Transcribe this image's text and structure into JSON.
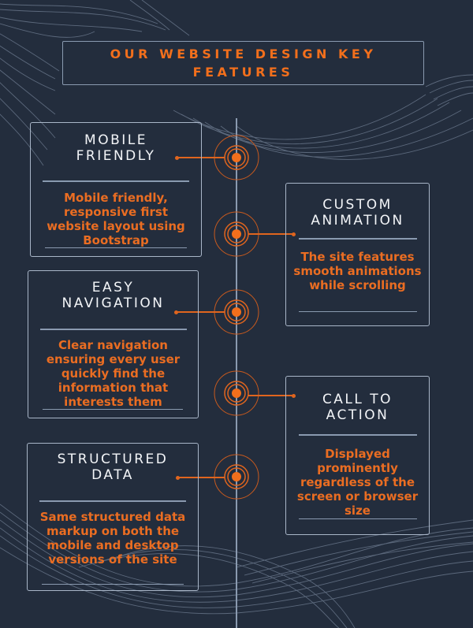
{
  "header": {
    "title": "OUR WEBSITE DESIGN KEY FEATURES"
  },
  "colors": {
    "background": "#232d3d",
    "accent_orange": "#f26f1c",
    "line_gray": "#8a9ab0",
    "card_border": "#a9b6c8",
    "heading_white": "#f3f5f8"
  },
  "features": [
    {
      "side": "left",
      "title": "MOBILE FRIENDLY",
      "title_lines": [
        "MOBILE",
        "FRIENDLY"
      ],
      "description": "Mobile friendly, responsive first website layout using Bootstrap",
      "icon": "target-node-icon"
    },
    {
      "side": "right",
      "title": "CUSTOM ANIMATION",
      "title_lines": [
        "CUSTOM",
        "ANIMATION"
      ],
      "description": "The site features smooth animations while scrolling",
      "icon": "target-node-icon"
    },
    {
      "side": "left",
      "title": "EASY NAVIGATION",
      "title_lines": [
        "EASY",
        "NAVIGATION"
      ],
      "description": "Clear navigation ensuring every user quickly find the information that interests them",
      "icon": "target-node-icon"
    },
    {
      "side": "right",
      "title": "CALL TO ACTION",
      "title_lines": [
        "CALL TO",
        "ACTION"
      ],
      "description": "Displayed prominently regardless of the screen or browser size",
      "icon": "target-node-icon"
    },
    {
      "side": "left",
      "title": "STRUCTURED DATA",
      "title_lines": [
        "STRUCTURED",
        "DATA"
      ],
      "description": "Same structured data markup on both the mobile and desktop versions of the site",
      "icon": "target-node-icon"
    }
  ]
}
